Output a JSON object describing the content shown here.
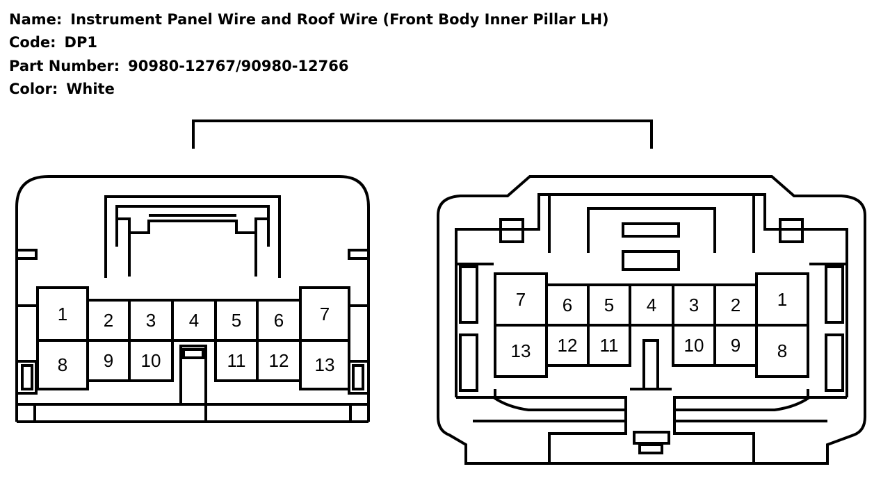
{
  "info": {
    "name_label": "Name:",
    "name_value": "Instrument Panel Wire and Roof Wire (Front Body Inner Pillar LH)",
    "code_label": "Code:",
    "code_value": "DP1",
    "part_label": "Part Number:",
    "part_value": "90980-12767/90980-12766",
    "color_label": "Color:",
    "color_value": "White"
  },
  "colors": {
    "ink": "#000000",
    "paper": "#ffffff"
  },
  "connectors": [
    {
      "id": "left",
      "pins": [
        "1",
        "2",
        "3",
        "4",
        "5",
        "6",
        "7",
        "8",
        "9",
        "10",
        "11",
        "12",
        "13"
      ]
    },
    {
      "id": "right",
      "pins": [
        "7",
        "6",
        "5",
        "4",
        "3",
        "2",
        "1",
        "13",
        "12",
        "11",
        "10",
        "9",
        "8"
      ]
    }
  ]
}
